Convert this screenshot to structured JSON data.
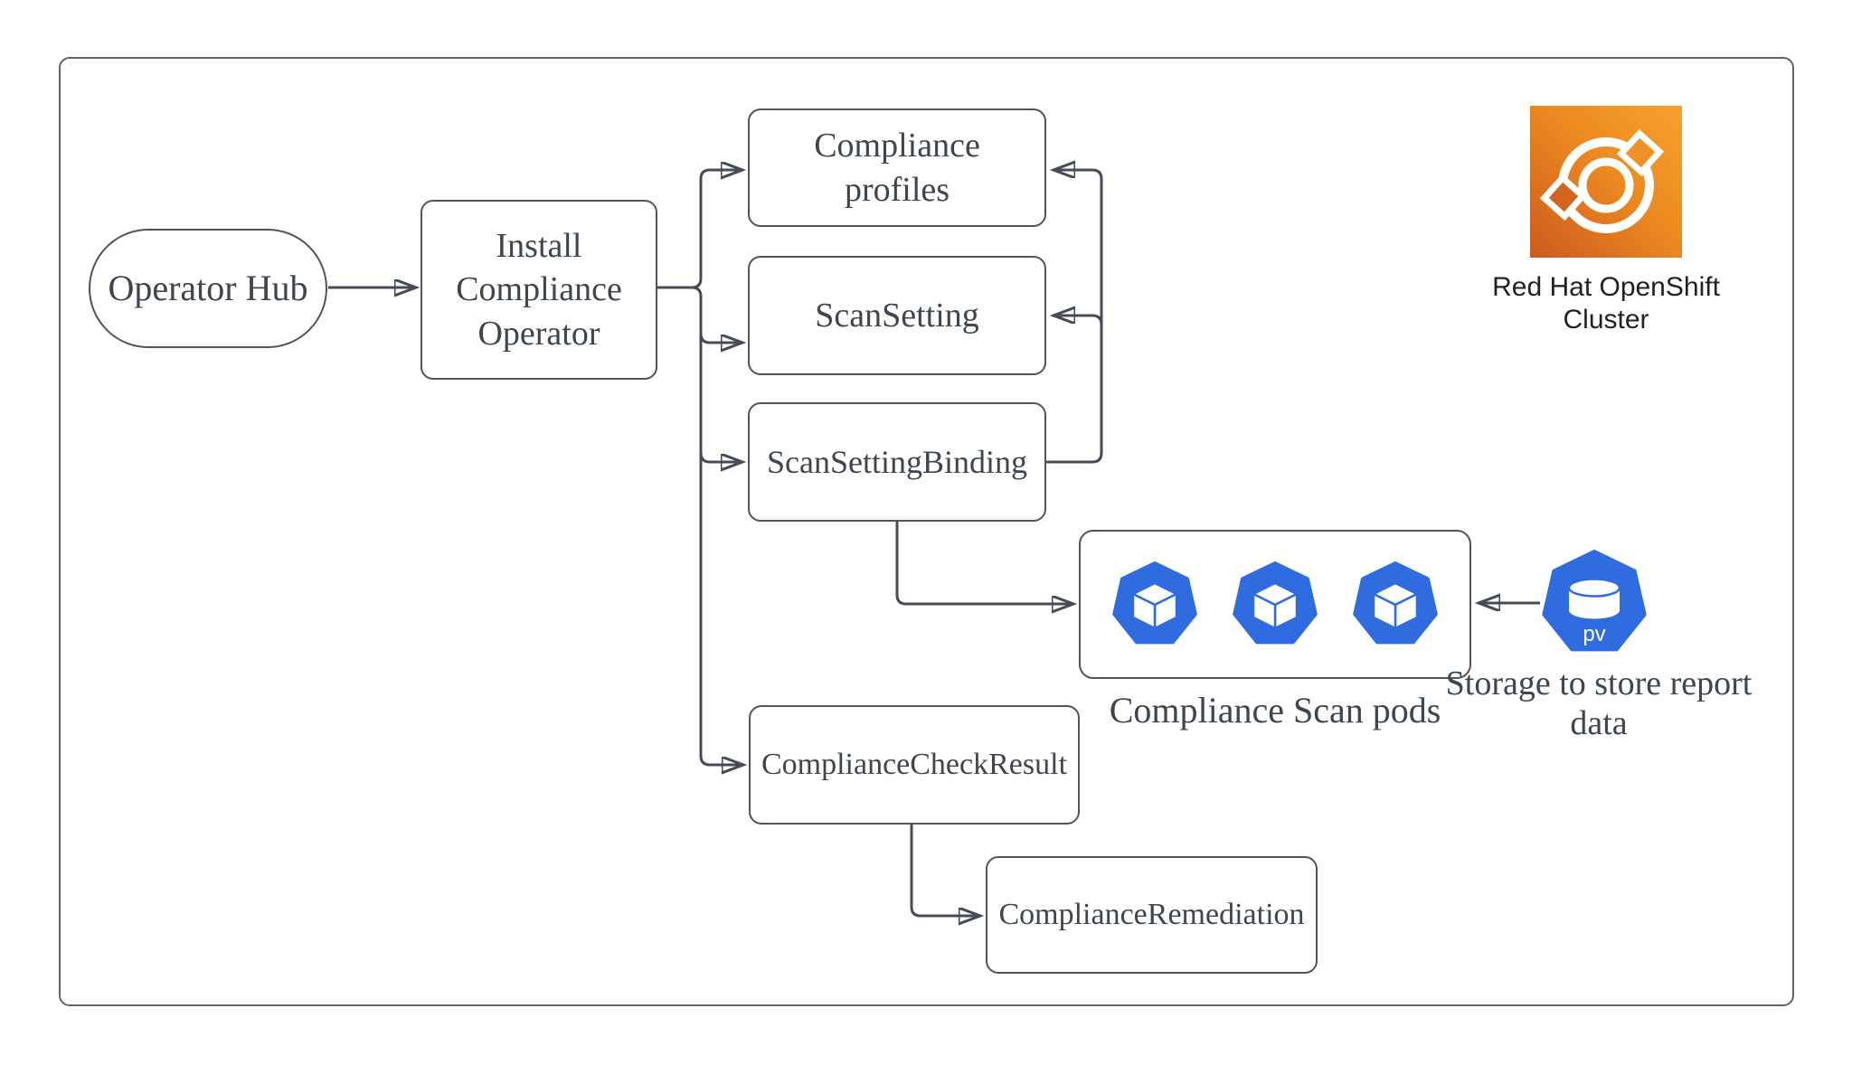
{
  "diagram": {
    "description": "Red Hat OpenShift Compliance Operator workflow diagram",
    "colors": {
      "background": "#ffffff",
      "frame_border": "#5d646c",
      "node_border": "#4d5560",
      "edge_line": "#454c57",
      "text": "#3e4650",
      "pod_blue": "#2e6ce0",
      "openshift_orange_light": "#f7a12e",
      "openshift_orange_dark": "#cc5a1f"
    },
    "nodes": {
      "operator_hub": {
        "label": "Operator Hub",
        "shape": "stadium"
      },
      "install_operator": {
        "label": "Install Compliance Operator",
        "shape": "rounded-rect"
      },
      "compliance_profiles": {
        "label": "Compliance profiles",
        "shape": "rounded-rect"
      },
      "scan_setting": {
        "label": "ScanSetting",
        "shape": "rounded-rect"
      },
      "scan_setting_binding": {
        "label": "ScanSettingBinding",
        "shape": "rounded-rect"
      },
      "compliance_check_result": {
        "label": "ComplianceCheckResult",
        "shape": "rounded-rect"
      },
      "compliance_remediation": {
        "label": "ComplianceRemediation",
        "shape": "rounded-rect"
      },
      "compliance_scan_pods": {
        "label": "Compliance Scan pods",
        "pod_count": 3,
        "icon": "kubernetes-pod-heptagon"
      },
      "storage": {
        "label": "Storage to store report data",
        "badge": "pv",
        "icon": "kubernetes-pv-heptagon"
      },
      "openshift_cluster": {
        "label": "Red Hat OpenShift Cluster",
        "icon": "openshift-logo"
      }
    },
    "edges": [
      {
        "from": "operator_hub",
        "to": "install_operator"
      },
      {
        "from": "install_operator",
        "to": "compliance_profiles"
      },
      {
        "from": "install_operator",
        "to": "scan_setting"
      },
      {
        "from": "install_operator",
        "to": "scan_setting_binding"
      },
      {
        "from": "install_operator",
        "to": "compliance_check_result"
      },
      {
        "from": "scan_setting_binding",
        "to": "compliance_profiles"
      },
      {
        "from": "scan_setting_binding",
        "to": "scan_setting"
      },
      {
        "from": "scan_setting_binding",
        "to": "compliance_scan_pods"
      },
      {
        "from": "compliance_check_result",
        "to": "compliance_remediation"
      },
      {
        "from": "storage",
        "to": "compliance_scan_pods"
      }
    ]
  }
}
